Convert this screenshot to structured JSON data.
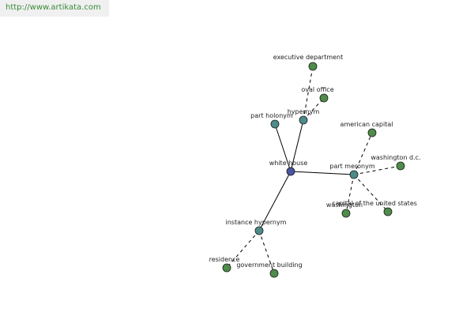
{
  "header": {
    "url": "http://www.artikata.com"
  },
  "colors": {
    "center": "#4a55a0",
    "relation": "#4e8c8a",
    "leaf": "#4e8c4a",
    "edge": "#000000"
  },
  "graph": {
    "nodes": [
      {
        "id": "white-house",
        "label": "white house",
        "kind": "center"
      },
      {
        "id": "hypernym",
        "label": "hypernym",
        "kind": "relation"
      },
      {
        "id": "part-holonym",
        "label": "part holonym",
        "kind": "relation"
      },
      {
        "id": "part-meronym",
        "label": "part meronym",
        "kind": "relation"
      },
      {
        "id": "instance-hypernym",
        "label": "instance hypernym",
        "kind": "relation"
      },
      {
        "id": "executive-department",
        "label": "executive department",
        "kind": "leaf"
      },
      {
        "id": "oval-office",
        "label": "oval office",
        "kind": "leaf"
      },
      {
        "id": "american-capital",
        "label": "american capital",
        "kind": "leaf"
      },
      {
        "id": "washington-dc",
        "label": "washington d.c.",
        "kind": "leaf"
      },
      {
        "id": "washington",
        "label": "washington",
        "kind": "leaf"
      },
      {
        "id": "capital-of-us",
        "label": "capital of the united states",
        "kind": "leaf"
      },
      {
        "id": "residence",
        "label": "residence",
        "kind": "leaf"
      },
      {
        "id": "government-building",
        "label": "government building",
        "kind": "leaf"
      }
    ],
    "edges": [
      {
        "from": "white-house",
        "to": "hypernym",
        "style": "solid"
      },
      {
        "from": "white-house",
        "to": "part-holonym",
        "style": "solid"
      },
      {
        "from": "white-house",
        "to": "part-meronym",
        "style": "solid"
      },
      {
        "from": "white-house",
        "to": "instance-hypernym",
        "style": "solid"
      },
      {
        "from": "hypernym",
        "to": "executive-department",
        "style": "dashed"
      },
      {
        "from": "hypernym",
        "to": "oval-office",
        "style": "dashed"
      },
      {
        "from": "part-meronym",
        "to": "american-capital",
        "style": "dashed"
      },
      {
        "from": "part-meronym",
        "to": "washington-dc",
        "style": "dashed"
      },
      {
        "from": "part-meronym",
        "to": "washington",
        "style": "dashed"
      },
      {
        "from": "part-meronym",
        "to": "capital-of-us",
        "style": "dashed"
      },
      {
        "from": "instance-hypernym",
        "to": "residence",
        "style": "dashed"
      },
      {
        "from": "instance-hypernym",
        "to": "government-building",
        "style": "dashed"
      }
    ]
  }
}
